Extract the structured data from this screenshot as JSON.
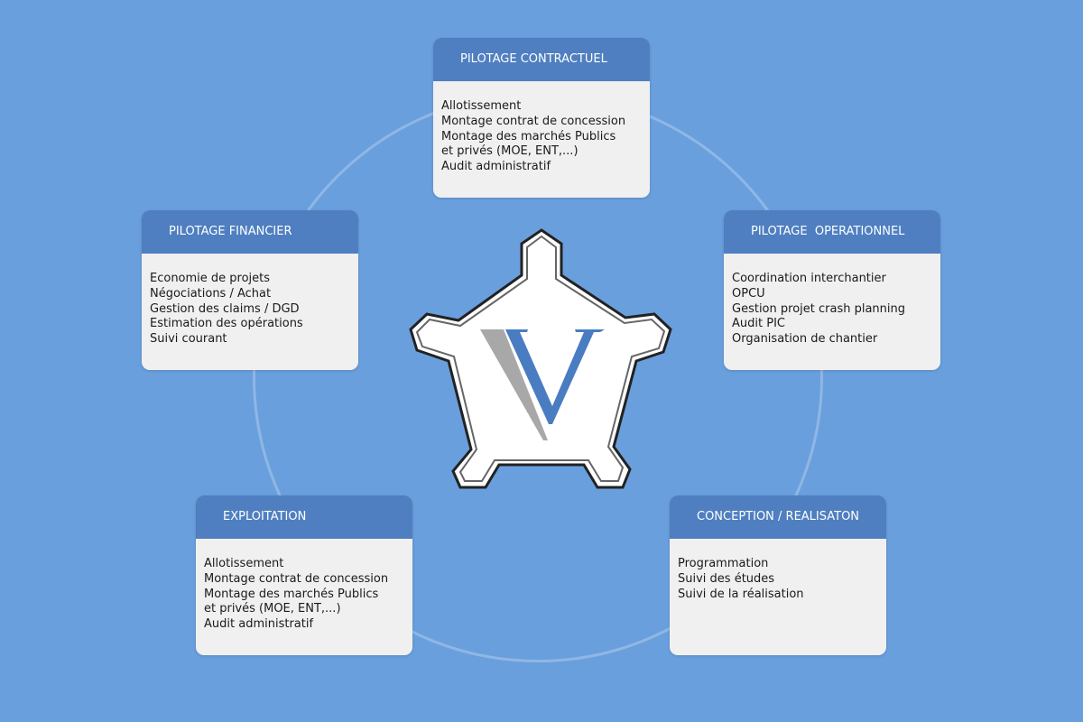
{
  "cards": {
    "contractuel": {
      "title": "PILOTAGE CONTRACTUEL",
      "items": [
        "Allotissement",
        "Montage contrat de concession",
        "Montage des marchés Publics",
        "et privés (MOE, ENT,...)",
        "Audit administratif"
      ]
    },
    "financier": {
      "title": "PILOTAGE FINANCIER",
      "items": [
        "Economie de projets",
        "Négociations / Achat",
        "Gestion des claims / DGD",
        "Estimation des opérations",
        "Suivi courant"
      ]
    },
    "operationnel": {
      "title": "PILOTAGE  OPERATIONNEL",
      "items": [
        "Coordination interchantier",
        "OPCU",
        "Gestion projet crash planning",
        "Audit PIC",
        "Organisation de chantier"
      ]
    },
    "exploitation": {
      "title": "EXPLOITATION",
      "items": [
        "Allotissement",
        "Montage contrat de concession",
        "Montage des marchés Publics",
        "et privés (MOE, ENT,...)",
        "Audit administratif"
      ]
    },
    "conception": {
      "title": "CONCEPTION / REALISATON",
      "items": [
        "Programmation",
        "Suivi des études",
        "Suivi de la réalisation"
      ]
    }
  },
  "logo": {
    "letter": "V"
  },
  "colors": {
    "background": "#6a9fdd",
    "header": "#4f7fc0",
    "body": "#f0f0f0",
    "logo_blue": "#4a7cc2",
    "logo_gray": "#a8a8a8"
  }
}
